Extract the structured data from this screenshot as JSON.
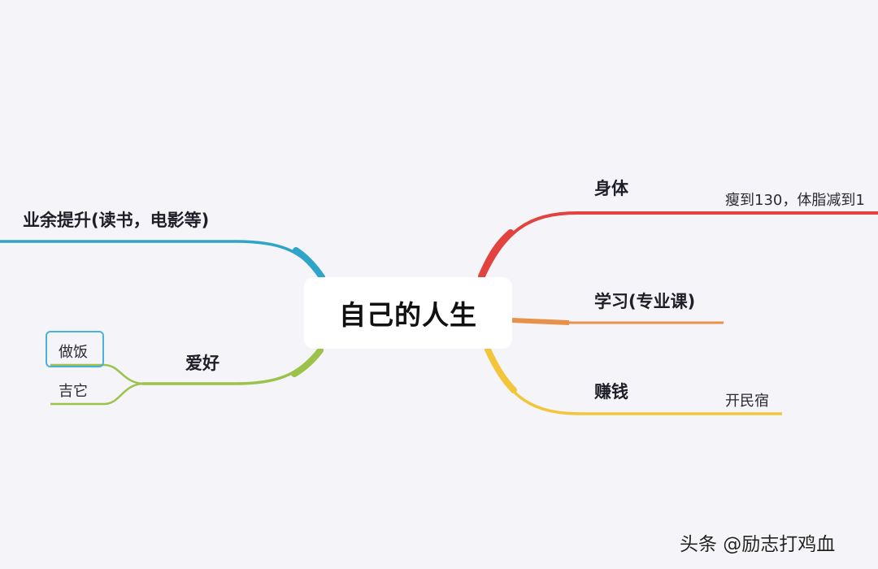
{
  "mindmap": {
    "central": {
      "label": "自己的人生"
    },
    "branches": [
      {
        "label": "身体",
        "color": "#e2433e",
        "side": "right",
        "children": [
          {
            "label": "瘦到130，体脂减到1"
          }
        ]
      },
      {
        "label": "学习(专业课)",
        "color": "#e8914a",
        "side": "right",
        "children": []
      },
      {
        "label": "赚钱",
        "color": "#f2c53a",
        "side": "right",
        "children": [
          {
            "label": "开民宿"
          }
        ]
      },
      {
        "label": "业余提升(读书，电影等)",
        "color": "#2fa4c9",
        "side": "left",
        "children": []
      },
      {
        "label": "爱好",
        "color": "#9bc24a",
        "side": "left",
        "children": [
          {
            "label": "做饭",
            "selected": true
          },
          {
            "label": "吉它"
          }
        ]
      }
    ],
    "selection_color": "#4cb0dc",
    "background": "#f5f4f9"
  },
  "watermark": {
    "text": "头条 @励志打鸡血"
  }
}
